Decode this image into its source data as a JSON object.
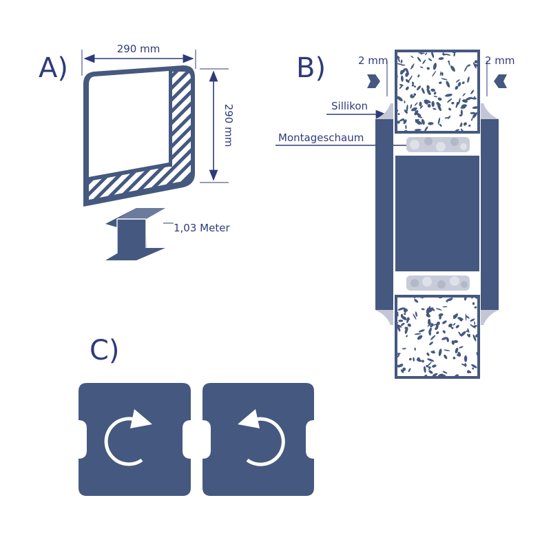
{
  "colors": {
    "primary": "#45587f",
    "text": "#2e3a7a",
    "foam": "#c8ccd8",
    "sealant": "#c4c6d6",
    "white": "#ffffff"
  },
  "panel_a": {
    "label": "A)",
    "width_label": "290 mm",
    "height_label": "290 mm",
    "length_label": "1,03 Meter"
  },
  "panel_b": {
    "label": "B)",
    "gap_left_label": "2 mm",
    "gap_right_label": "2 mm",
    "sealant_label": "Sillikon",
    "foam_label": "Montageschaum"
  },
  "panel_c": {
    "label": "C)",
    "buttons": [
      {
        "icon": "rotate-clockwise-icon"
      },
      {
        "icon": "rotate-counterclockwise-icon"
      }
    ]
  }
}
